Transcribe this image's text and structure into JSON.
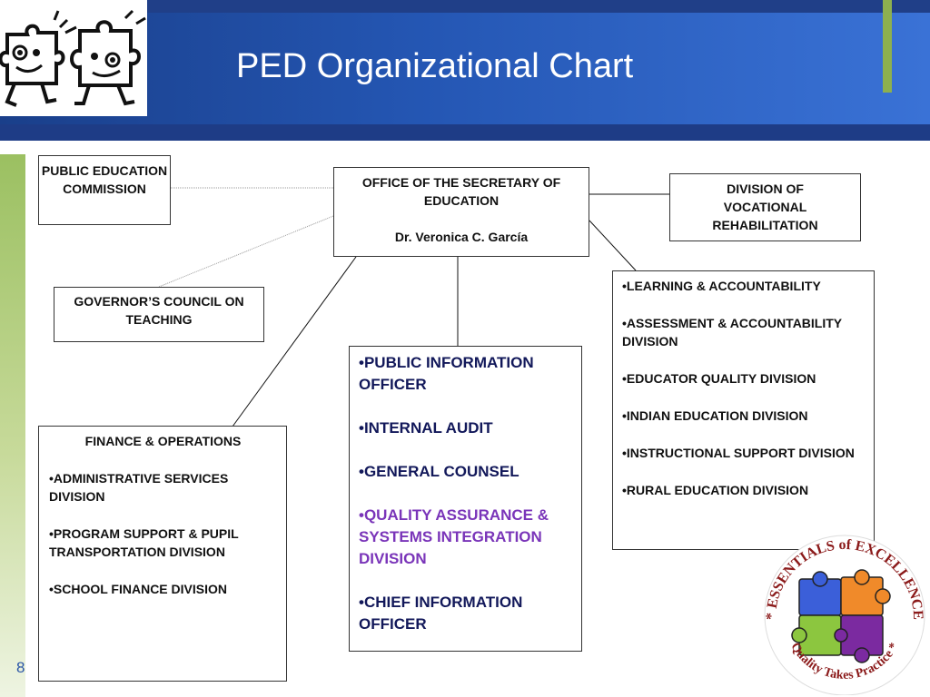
{
  "title": "PED Organizational Chart",
  "page_number": "8",
  "nodes": {
    "public_education_commission": "PUBLIC EDUCATION COMMISSION",
    "governors_council": "GOVERNOR’S COUNCIL ON TEACHING",
    "secretary": {
      "title": "OFFICE OF THE SECRETARY OF EDUCATION",
      "person": "Dr. Veronica C. García"
    },
    "vocational_rehab": "DIVISION OF VOCATIONAL REHABILITATION",
    "finance": {
      "heading": "FINANCE & OPERATIONS",
      "items": [
        "•ADMINISTRATIVE SERVICES DIVISION",
        "•PROGRAM SUPPORT & PUPIL TRANSPORTATION DIVISION",
        "•SCHOOL FINANCE DIVISION"
      ]
    },
    "center_list": {
      "items": [
        "•PUBLIC INFORMATION OFFICER",
        "•INTERNAL AUDIT",
        "•GENERAL COUNSEL",
        "•QUALITY ASSURANCE & SYSTEMS INTEGRATION DIVISION",
        "•CHIEF INFORMATION OFFICER"
      ],
      "highlight_color": "#7a35b9"
    },
    "learning": {
      "items": [
        "•LEARNING & ACCOUNTABILITY",
        "•ASSESSMENT & ACCOUNTABILITY DIVISION",
        "•EDUCATOR QUALITY DIVISION",
        "•INDIAN EDUCATION DIVISION",
        "•INSTRUCTIONAL SUPPORT DIVISION",
        "•RURAL EDUCATION DIVISION"
      ]
    }
  },
  "badge": {
    "top_text": "* ESSENTIALS of EXCELLENCE",
    "bottom_text": "Quality Takes Practice *"
  },
  "colors": {
    "header_blue": "#2456b3",
    "accent_green": "#8db04f",
    "text_navy": "#12185a",
    "highlight_purple": "#7a35b9",
    "puzzle_blue": "#3b5fd9",
    "puzzle_orange": "#f08a2a",
    "puzzle_green": "#8cc63f",
    "puzzle_purple": "#7b2aa0",
    "badge_text_red": "#8b1a1a"
  }
}
